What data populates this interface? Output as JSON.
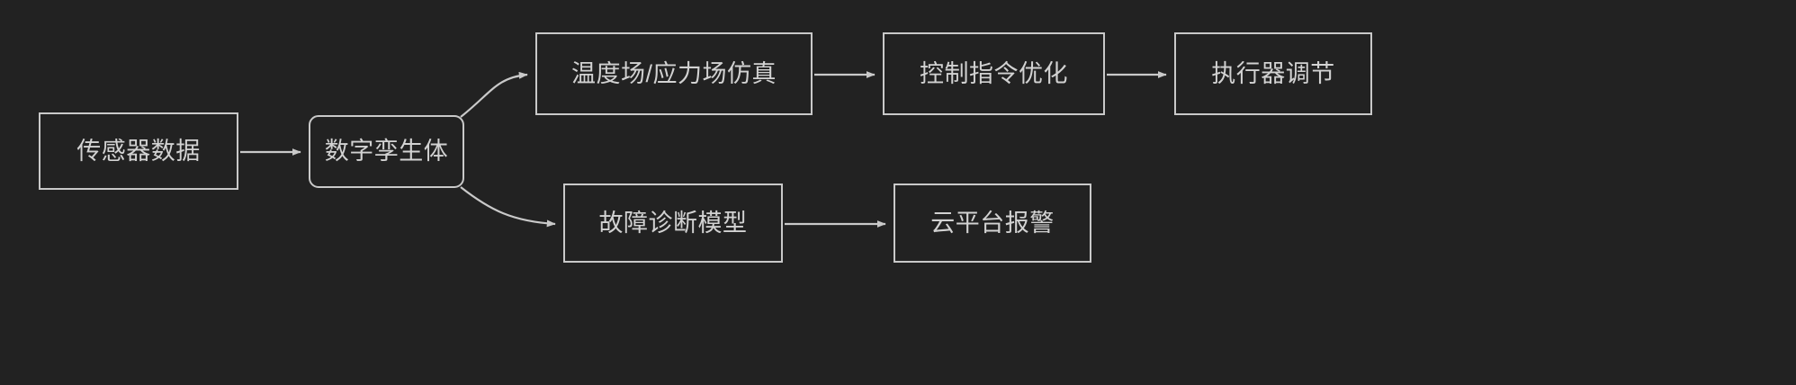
{
  "diagram": {
    "type": "flowchart",
    "direction": "left-to-right",
    "background_color": "#222222",
    "stroke_color": "#c9c9c9",
    "text_color": "#d2d2d2",
    "nodes": [
      {
        "id": "sensor-data",
        "label": "传感器数据",
        "shape": "rectangle",
        "row": "middle"
      },
      {
        "id": "digital-twin",
        "label": "数字孪生体",
        "shape": "rounded-rectangle",
        "row": "middle"
      },
      {
        "id": "field-simulation",
        "label": "温度场/应力场仿真",
        "shape": "rectangle",
        "row": "top"
      },
      {
        "id": "control-optimize",
        "label": "控制指令优化",
        "shape": "rectangle",
        "row": "top"
      },
      {
        "id": "actuator-adjust",
        "label": "执行器调节",
        "shape": "rectangle",
        "row": "top"
      },
      {
        "id": "fault-diagnosis",
        "label": "故障诊断模型",
        "shape": "rectangle",
        "row": "bottom"
      },
      {
        "id": "cloud-alarm",
        "label": "云平台报警",
        "shape": "rectangle",
        "row": "bottom"
      }
    ],
    "edges": [
      {
        "id": "edge-sensor-to-twin",
        "from": "sensor-data",
        "to": "digital-twin",
        "style": "straight",
        "arrowhead": "solid-triangle"
      },
      {
        "id": "edge-twin-to-simulation",
        "from": "digital-twin",
        "to": "field-simulation",
        "style": "curved",
        "arrowhead": "solid-triangle"
      },
      {
        "id": "edge-simulation-to-control",
        "from": "field-simulation",
        "to": "control-optimize",
        "style": "straight",
        "arrowhead": "solid-triangle"
      },
      {
        "id": "edge-control-to-actuator",
        "from": "control-optimize",
        "to": "actuator-adjust",
        "style": "straight",
        "arrowhead": "solid-triangle"
      },
      {
        "id": "edge-twin-to-fault",
        "from": "digital-twin",
        "to": "fault-diagnosis",
        "style": "curved",
        "arrowhead": "solid-triangle"
      },
      {
        "id": "edge-fault-to-cloud",
        "from": "fault-diagnosis",
        "to": "cloud-alarm",
        "style": "straight",
        "arrowhead": "solid-triangle"
      }
    ]
  }
}
